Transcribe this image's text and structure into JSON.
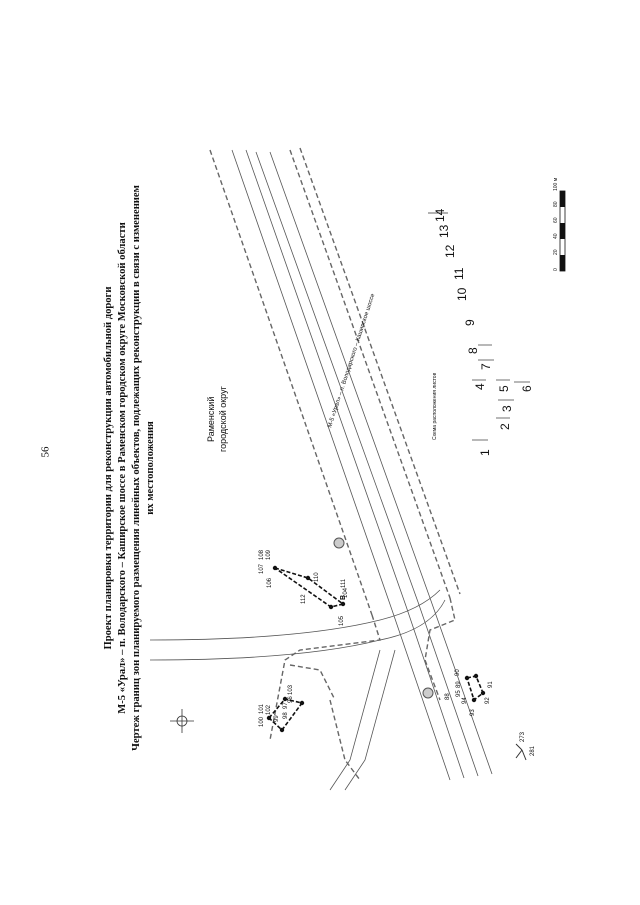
{
  "page_number": "56",
  "title": {
    "line1": "Проект планировки территории для реконструкции автомобильной дороги",
    "line2": "М-5 «Урал» – п. Володарского – Каширское шоссе в Раменском городском округе Московской области",
    "line3": "Чертеж границ зон планируемого размещения линейных объектов, подлежащих реконструкции в связи с изменением",
    "line4": "их местоположения"
  },
  "map": {
    "district_label_1": "Раменский",
    "district_label_2": "городской округ",
    "road_label_1": "М-5 «Урал» – п. Володарского – Каширское шоссе",
    "road_label_2": "М-5 «Урал» – п. Володарского – Каширское шоссе",
    "road_marker": "В",
    "points_group_a": [
      "100",
      "101",
      "102",
      "99",
      "98",
      "97",
      "96",
      "103"
    ],
    "points_group_b": [
      "106",
      "107",
      "108",
      "109",
      "110",
      "111",
      "104",
      "105",
      "112"
    ],
    "points_group_c": [
      "89",
      "90",
      "88",
      "95",
      "94",
      "91",
      "92",
      "93"
    ],
    "points_group_d": [
      "273",
      "281"
    ]
  },
  "sheet_scheme": {
    "title": "Схема расположения листов",
    "sheets": [
      "1",
      "2",
      "3",
      "4",
      "5",
      "6",
      "7",
      "8",
      "9",
      "10",
      "11",
      "12",
      "13",
      "14"
    ]
  },
  "scale_bar": {
    "ticks": [
      "0",
      "20",
      "40",
      "60",
      "80",
      "100 м"
    ]
  }
}
